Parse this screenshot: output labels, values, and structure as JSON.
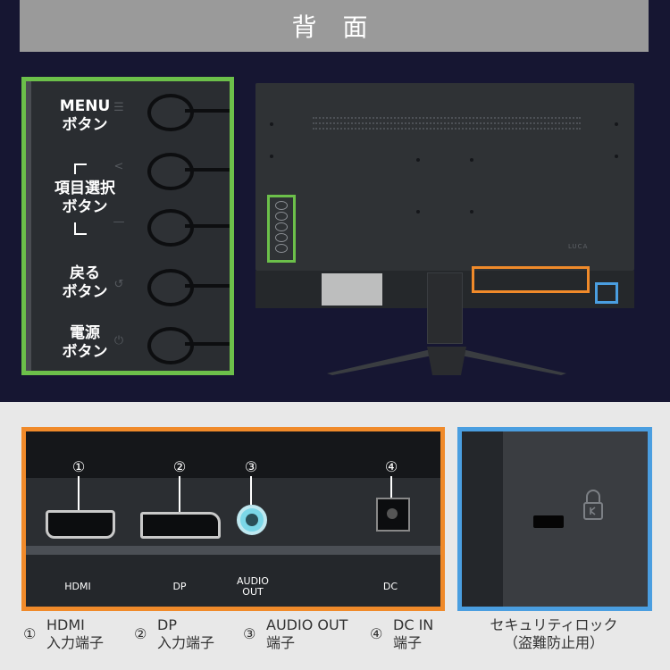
{
  "header": {
    "title": "背 面"
  },
  "button_panel": {
    "buttons": [
      {
        "lines": [
          "MENU",
          "ボタン"
        ],
        "glyph": "☰"
      },
      {
        "lines": [
          "",
          ""
        ],
        "glyph": "<"
      },
      {
        "lines": [
          "項目選択",
          "ボタン"
        ],
        "glyph": "—"
      },
      {
        "lines": [
          "戻る",
          "ボタン"
        ],
        "glyph": "↺"
      },
      {
        "lines": [
          "電源",
          "ボタン"
        ],
        "glyph": "⏻"
      }
    ]
  },
  "monitor": {
    "brand": "LUCA"
  },
  "ports": [
    {
      "number": "①",
      "name": "HDMI",
      "legend_lines": [
        "HDMI",
        "入力端子"
      ]
    },
    {
      "number": "②",
      "name": "DP",
      "legend_lines": [
        "DP",
        "入力端子"
      ]
    },
    {
      "number": "③",
      "name_lines": [
        "AUDIO",
        "OUT"
      ],
      "legend_lines": [
        "AUDIO OUT",
        "端子"
      ]
    },
    {
      "number": "④",
      "name": "DC",
      "legend_lines": [
        "DC IN",
        "端子"
      ]
    }
  ],
  "lock": {
    "icon": "lock-icon",
    "caption_lines": [
      "セキュリティロック",
      "（盗難防止用）"
    ]
  },
  "colors": {
    "green_highlight": "#6cc04a",
    "orange_highlight": "#f08a2a",
    "blue_highlight": "#4a9ee0",
    "header_bar": "#9a9a9a",
    "background_dark": "#161632"
  }
}
